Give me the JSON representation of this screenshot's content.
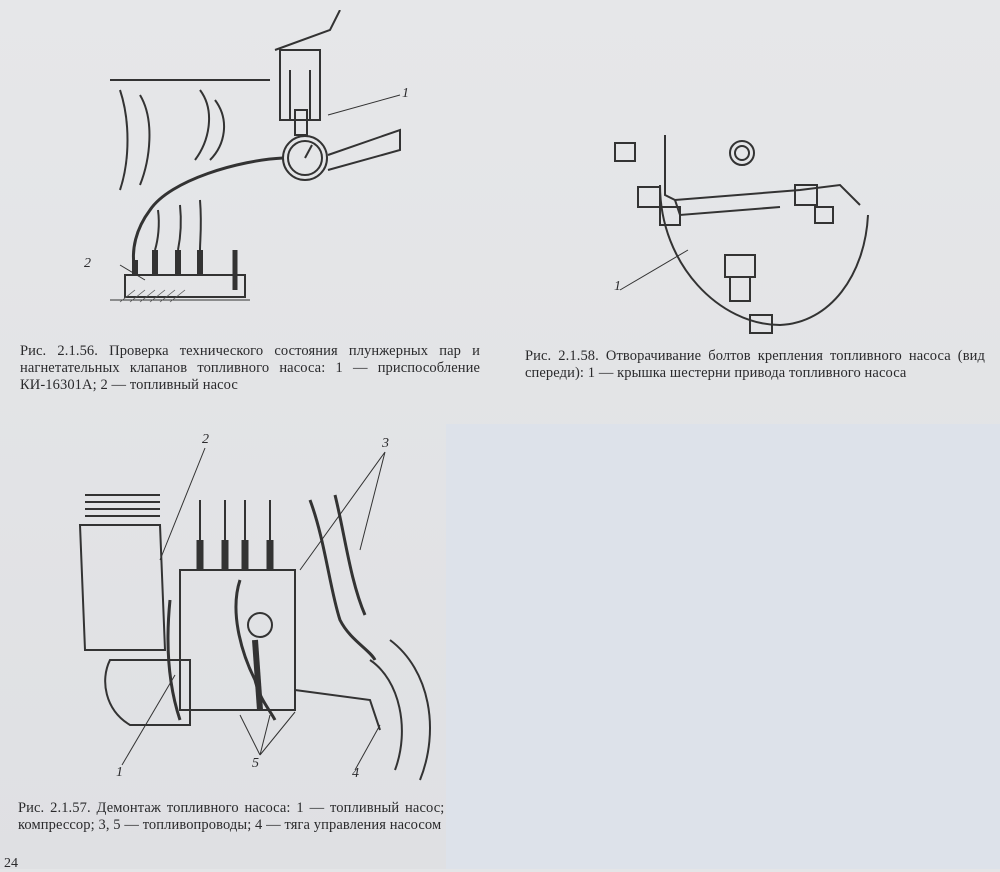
{
  "figures": [
    {
      "id": "fig-2-1-56",
      "caption": "Рис. 2.1.56. Проверка технического состояния плунжерных пар и нагнетательных клапанов топливного насоса: 1 — приспособление КИ-16301А; 2 — топливный насос",
      "callouts": [
        "1",
        "2"
      ]
    },
    {
      "id": "fig-2-1-58",
      "caption": "Рис. 2.1.58. Отворачивание болтов крепления топливного насоса (вид спереди): 1 — крышка шестерни привода топливного насоса",
      "callouts": [
        "1"
      ]
    },
    {
      "id": "fig-2-1-57",
      "caption": "Рис. 2.1.57. Демонтаж топливного насоса: 1 — топливный насос; 2 — компрессор; 3, 5 — топливопроводы; 4 — тяга управления насосом",
      "callouts": [
        "1",
        "2",
        "3",
        "4",
        "5"
      ]
    }
  ],
  "page_number": "24"
}
